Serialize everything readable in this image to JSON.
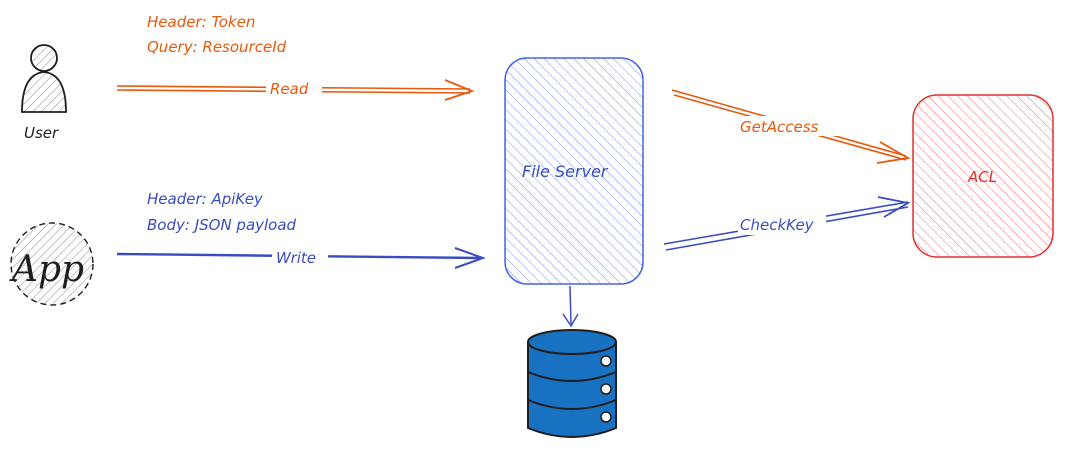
{
  "user": {
    "label": "User",
    "headers": [
      "Header: Token",
      "Query: ResourceId"
    ],
    "arrow_label": "Read"
  },
  "app": {
    "logo_text": "App",
    "headers": [
      "Header: ApiKey",
      "Body: JSON payload"
    ],
    "arrow_label": "Write"
  },
  "file_server": {
    "label": "File Server"
  },
  "acl": {
    "label": "ACL"
  },
  "edges": {
    "get_access": "GetAccess",
    "check_key": "CheckKey"
  },
  "colors": {
    "orange": "#e8590c",
    "blue": "#3b4cc0",
    "acl_fill": "#ff8787",
    "acl_stroke": "#e03131",
    "server_fill": "#a5b4fc",
    "server_stroke": "#4263eb",
    "db_fill": "#1971c2"
  }
}
